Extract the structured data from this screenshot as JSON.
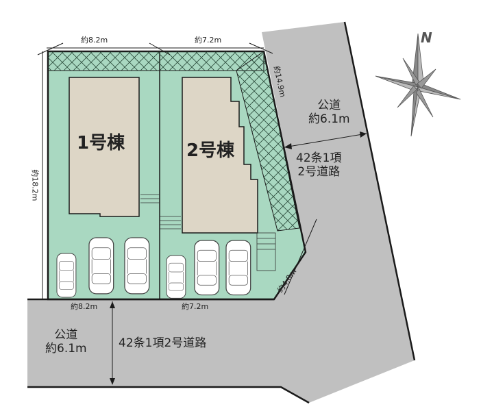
{
  "buildings": [
    {
      "label": "1号棟"
    },
    {
      "label": "2号棟"
    }
  ],
  "dimensions": {
    "top_lot1": "約8.2m",
    "top_lot2": "約7.2m",
    "right_side": "約14.9m",
    "left_side": "約18.2m",
    "bottom_lot1": "約8.2m",
    "bottom_lot2": "約7.2m",
    "corner_cut": "約4.8m"
  },
  "roads": {
    "east": {
      "name": "公道",
      "width": "約6.1m",
      "type_line1": "42条1項",
      "type_line2": "2号道路"
    },
    "south": {
      "name": "公道",
      "width": "約6.1m",
      "type": "42条1項2号道路"
    }
  },
  "compass": {
    "north_label": "N"
  },
  "colors": {
    "lot": "#a9d8c1",
    "building": "#ddd6c6",
    "road": "#c0c0c0",
    "line": "#1a1a1a"
  }
}
